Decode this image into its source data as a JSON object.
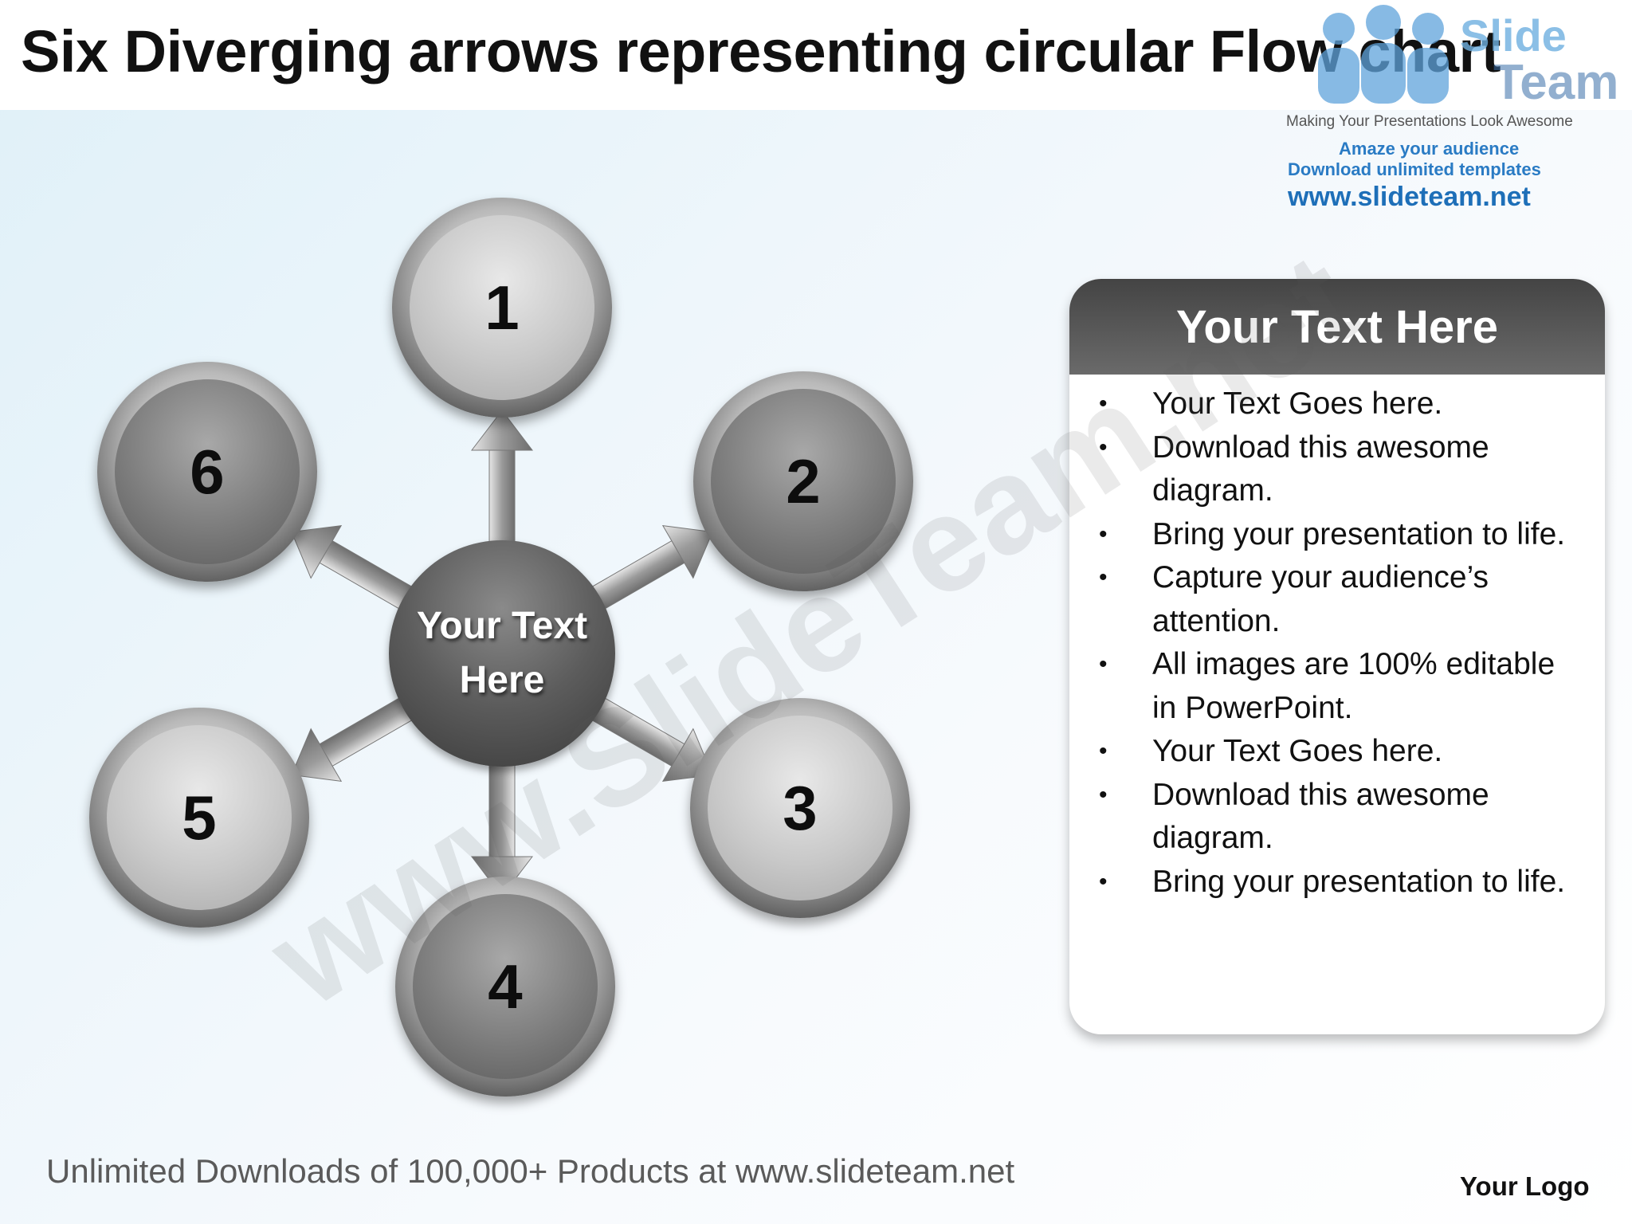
{
  "title": "Six Diverging arrows representing circular Flow chart",
  "brand": {
    "name_top": "Slide",
    "name_bottom": "Team",
    "tagline": "Making Your Presentations Look Awesome",
    "line1": "Amaze your audience",
    "line2": "Download unlimited templates",
    "url": "www.slideteam.net"
  },
  "diagram": {
    "center_label": "Your Text Here",
    "nodes": [
      {
        "label": "1",
        "shade": "light"
      },
      {
        "label": "2",
        "shade": "dark"
      },
      {
        "label": "3",
        "shade": "light"
      },
      {
        "label": "4",
        "shade": "dark"
      },
      {
        "label": "5",
        "shade": "light"
      },
      {
        "label": "6",
        "shade": "dark"
      }
    ]
  },
  "textbox": {
    "heading": "Your Text Here",
    "bullets": [
      "Your Text Goes here.",
      "Download this awesome diagram.",
      "Bring your presentation to life.",
      "Capture your audience’s attention.",
      "All images are 100% editable in PowerPoint.",
      "Your Text Goes here.",
      "Download this awesome diagram.",
      "Bring your presentation to life."
    ]
  },
  "watermark": "www.SlideTeam.net",
  "footer": "Unlimited Downloads of 100,000+ Products at www.slideteam.net",
  "logo_text": "Your Logo",
  "colors": {
    "accent_blue": "#1e6fb8",
    "box_header": "#555555",
    "center_circle": "#555555"
  }
}
